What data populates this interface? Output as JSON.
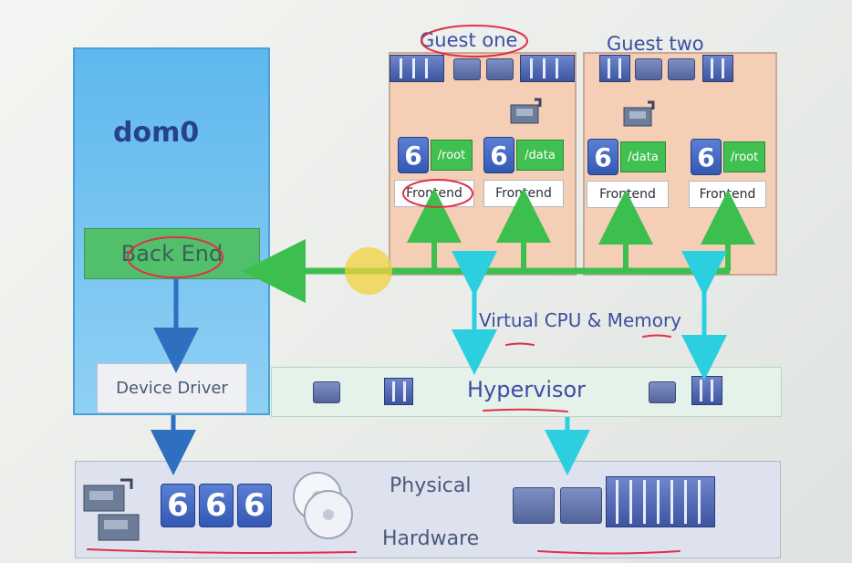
{
  "dom0": {
    "title": "dom0",
    "backend_label": "Back End",
    "device_driver_label": "Device Driver"
  },
  "guests": [
    {
      "title": "Guest one",
      "tags": [
        "/root",
        "/data"
      ],
      "frontends": [
        "Frontend",
        "Frontend"
      ]
    },
    {
      "title": "Guest two",
      "tags": [
        "/data",
        "/root"
      ],
      "frontends": [
        "Frontend",
        "Frontend"
      ]
    }
  ],
  "hypervisor": {
    "label": "Hypervisor"
  },
  "virtual_cpu_label": "Virtual CPU & Memory",
  "physical": {
    "line1": "Physical",
    "line2": "Hardware"
  },
  "colors": {
    "dom0_fill": "#5fb8ee",
    "backend_fill": "#52c06a",
    "guest_fill": "#f4cfb6",
    "arrow_green": "#3cbf4e",
    "arrow_blue": "#2f6fbf",
    "arrow_cyan": "#2ccfe0",
    "annotation_red": "#e0304a"
  }
}
